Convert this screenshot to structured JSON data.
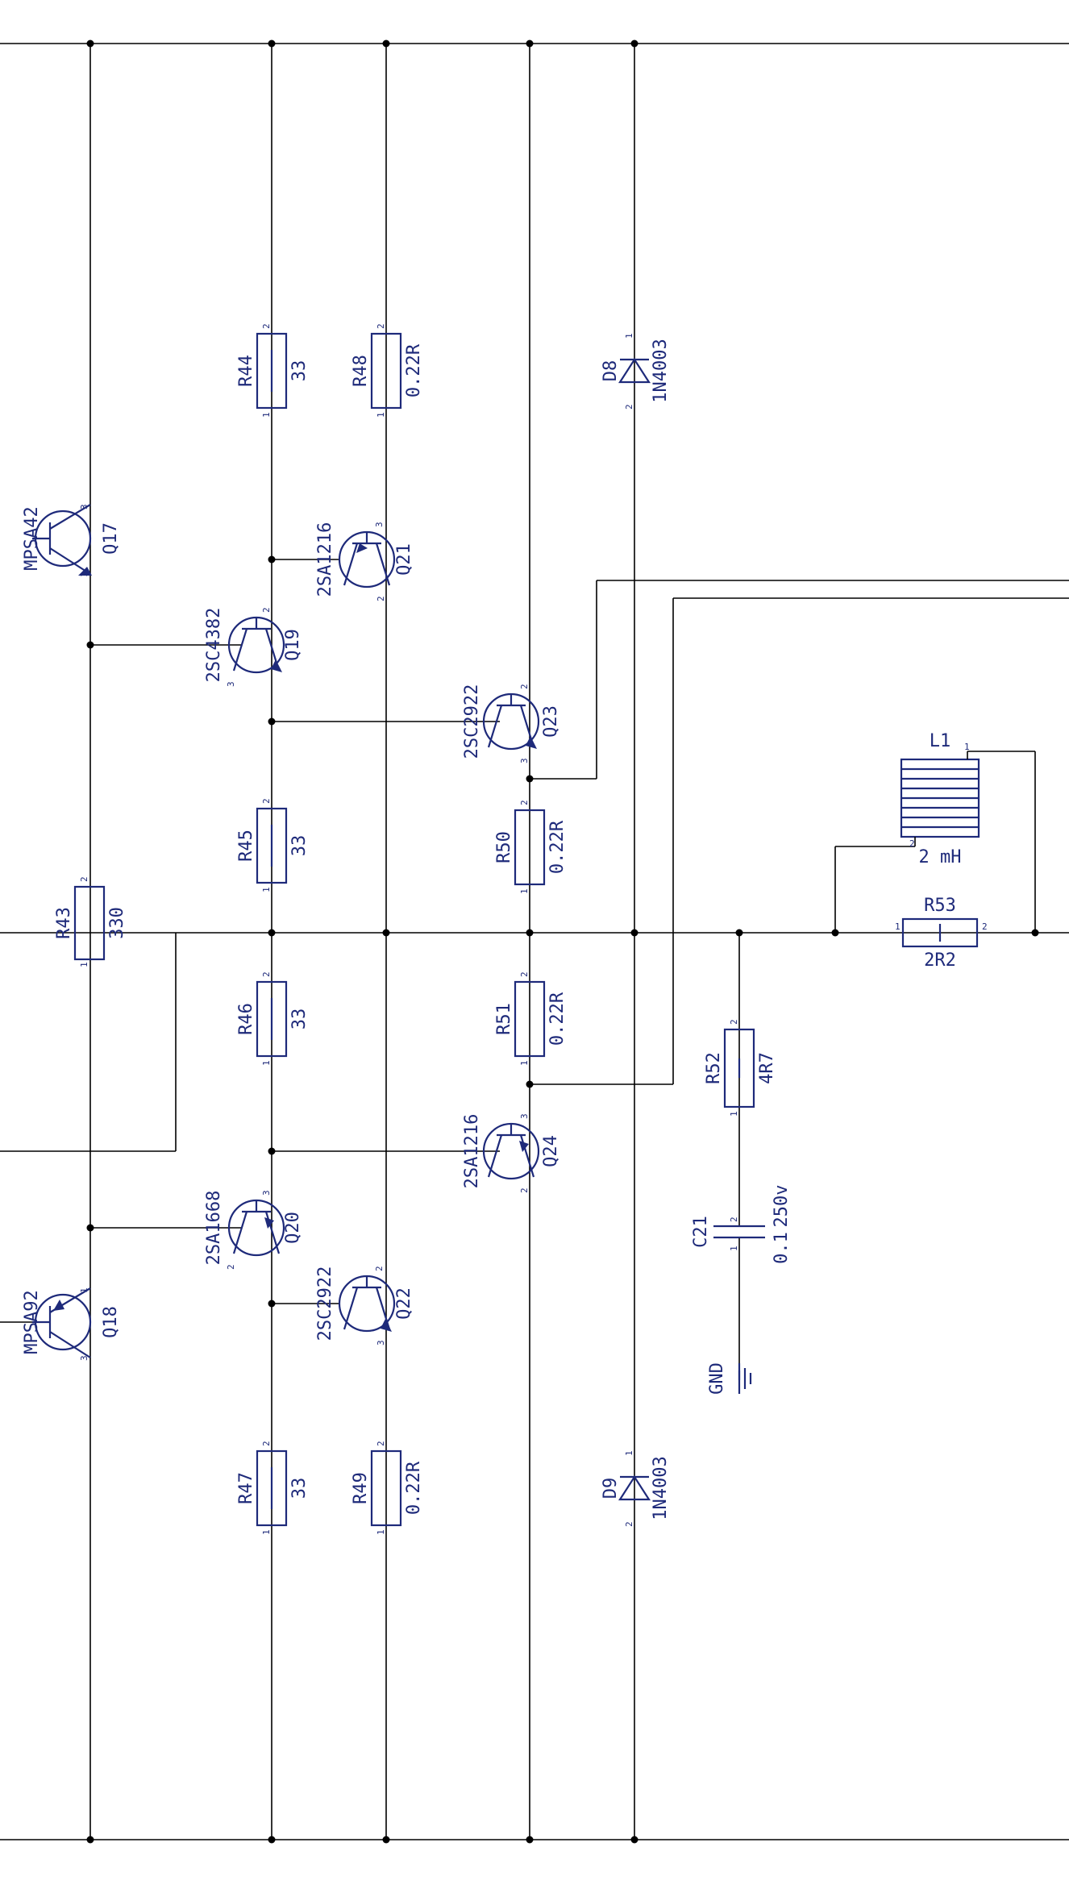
{
  "colors": {
    "wire": "#000000",
    "component": "#1e2a7a",
    "background": "#ffffff"
  },
  "resistors": [
    {
      "ref": "R43",
      "value": "330"
    },
    {
      "ref": "R44",
      "value": "33"
    },
    {
      "ref": "R45",
      "value": "33"
    },
    {
      "ref": "R46",
      "value": "33"
    },
    {
      "ref": "R47",
      "value": "33"
    },
    {
      "ref": "R48",
      "value": "0.22R"
    },
    {
      "ref": "R49",
      "value": "0.22R"
    },
    {
      "ref": "R50",
      "value": "0.22R"
    },
    {
      "ref": "R51",
      "value": "0.22R"
    },
    {
      "ref": "R52",
      "value": "4R7"
    },
    {
      "ref": "R53",
      "value": "2R2"
    }
  ],
  "transistors": [
    {
      "ref": "Q17",
      "part": "MPSA42"
    },
    {
      "ref": "Q18",
      "part": "MPSA92"
    },
    {
      "ref": "Q19",
      "part": "2SC4382"
    },
    {
      "ref": "Q20",
      "part": "2SA1668"
    },
    {
      "ref": "Q21",
      "part": "2SA1216"
    },
    {
      "ref": "Q22",
      "part": "2SC2922"
    },
    {
      "ref": "Q23",
      "part": "2SC2922"
    },
    {
      "ref": "Q24",
      "part": "2SA1216"
    }
  ],
  "diodes": [
    {
      "ref": "D8",
      "part": "1N4003"
    },
    {
      "ref": "D9",
      "part": "1N4003"
    }
  ],
  "capacitor": {
    "ref": "C21",
    "value": "0.1",
    "voltage": "250v"
  },
  "inductor": {
    "ref": "L1",
    "value": "2 mH"
  },
  "ground": {
    "label": "GND"
  },
  "pins": {
    "one": "1",
    "two": "2",
    "three": "3"
  }
}
